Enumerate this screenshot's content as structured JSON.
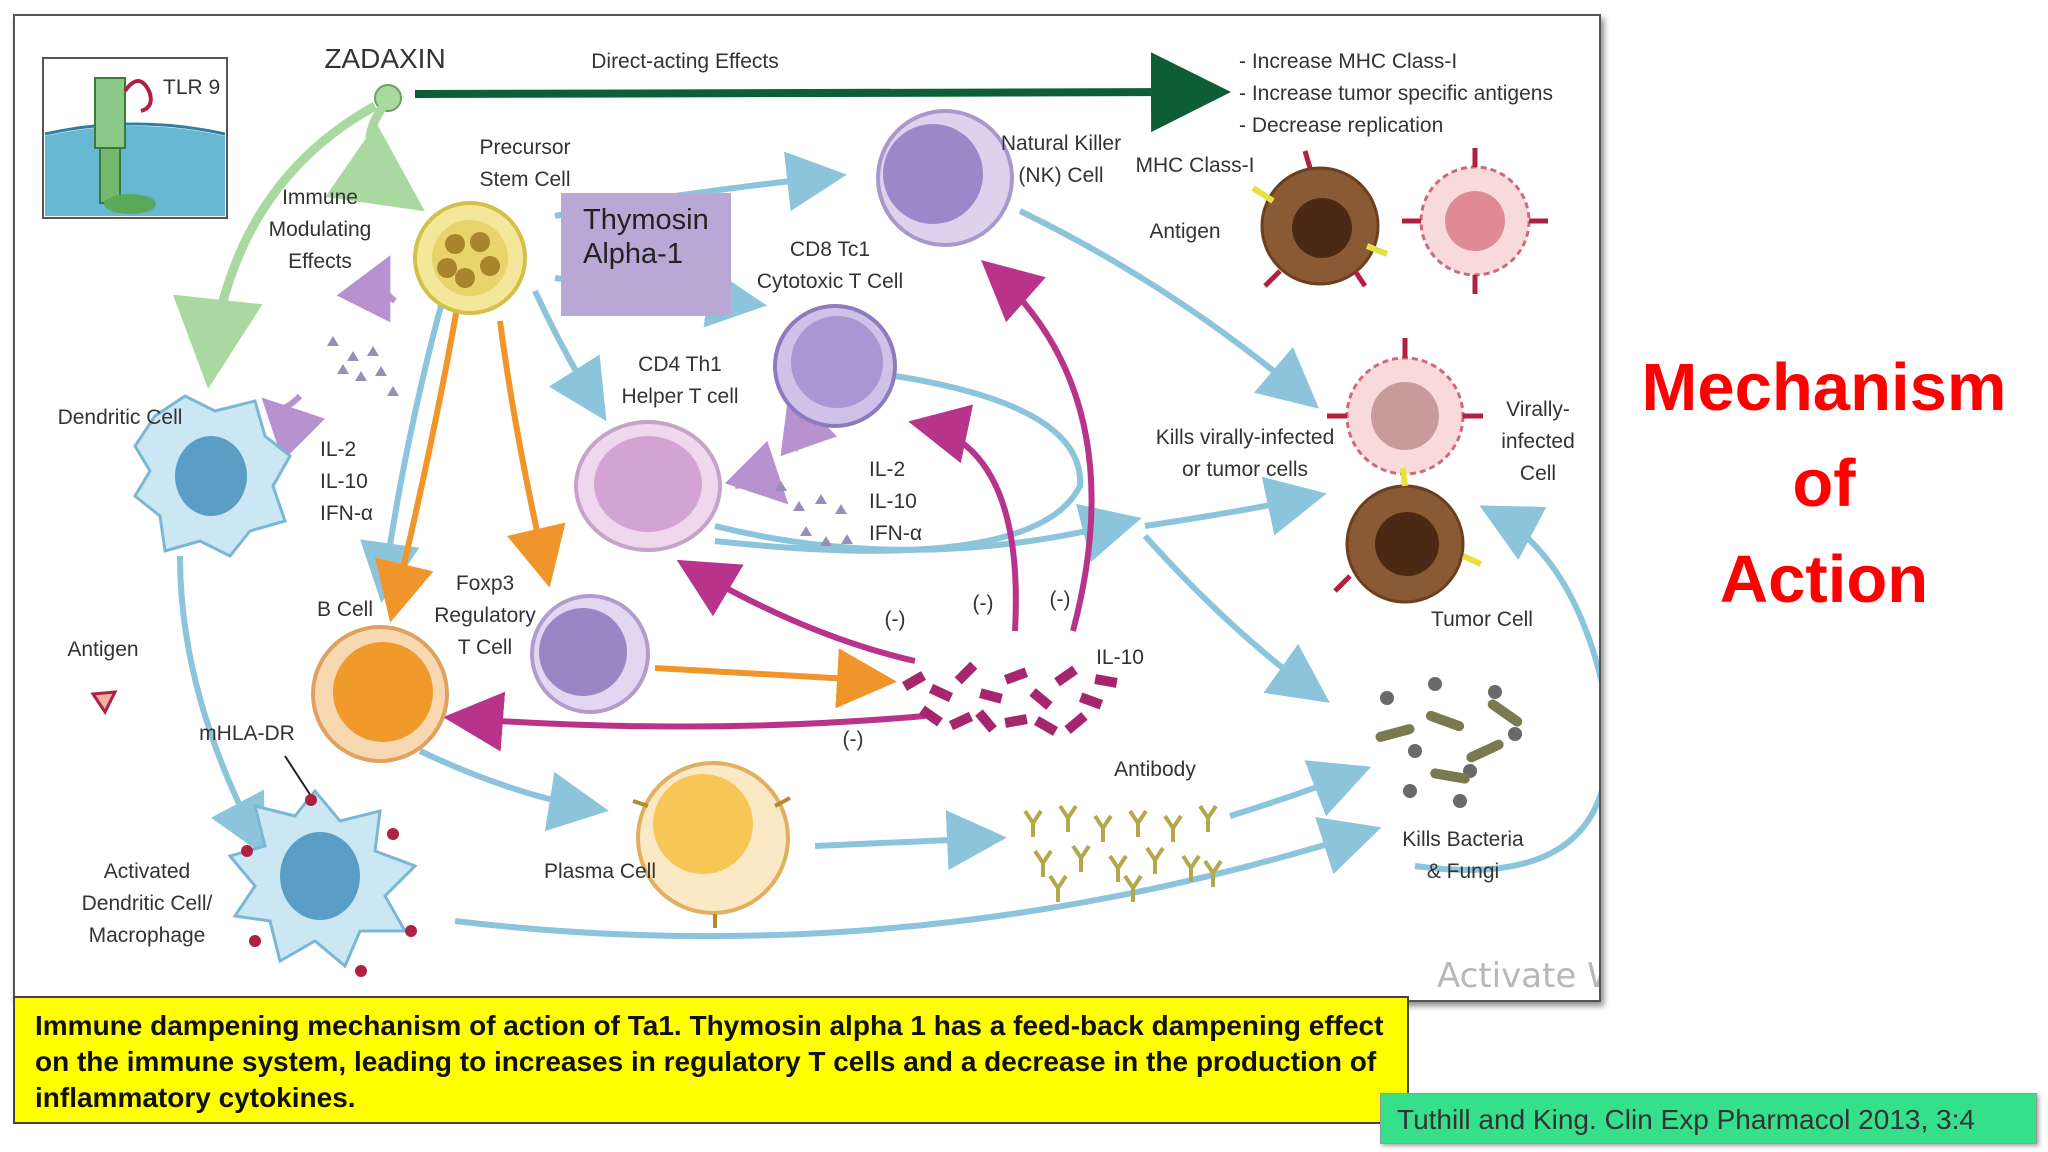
{
  "title_line1": "Mechanism",
  "title_line2": "of",
  "title_line3": "Action",
  "caption": "Immune dampening mechanism of action of Ta1. Thymosin alpha 1 has a feed-back dampening effect on the immune system, leading to increases in regulatory T cells and a decrease in the production of inflammatory cytokines.",
  "citation": "Tuthill and King. Clin Exp Pharmacol 2013, 3:4",
  "overlay_box": "Thymosin Alpha-1",
  "watermark": "Activate W",
  "diagram": {
    "tlr9": "TLR 9",
    "zadaxin": "ZADAXIN",
    "direct_effects": "Direct-acting Effects",
    "effects": [
      "- Increase MHC Class-I",
      "- Increase tumor specific antigens",
      "- Decrease replication"
    ],
    "precursor": [
      "Precursor",
      "Stem Cell"
    ],
    "immune_mod": [
      "Immune",
      "Modulating",
      "Effects"
    ],
    "nk": [
      "Natural Killer",
      "(NK) Cell"
    ],
    "mhc": "MHC Class-I",
    "antigen_top": "Antigen",
    "cd8": [
      "CD8 Tc1",
      "Cytotoxic T Cell"
    ],
    "cd4": [
      "CD4 Th1",
      "Helper T cell"
    ],
    "dendritic": "Dendritic Cell",
    "cytokines_left": [
      "IL-2",
      "IL-10",
      "IFN-α"
    ],
    "cytokines_mid": [
      "IL-2",
      "IL-10",
      "IFN-α"
    ],
    "kills_viral": [
      "Kills virally-infected",
      "or tumor cells"
    ],
    "virally": [
      "Virally-",
      "infected",
      "Cell"
    ],
    "tumor": "Tumor Cell",
    "foxp3": [
      "Foxp3",
      "Regulatory",
      "T Cell"
    ],
    "bcell": "B Cell",
    "antigen_left": "Antigen",
    "il10": "IL-10",
    "neg1": "(-)",
    "neg2": "(-)",
    "neg3": "(-)",
    "neg4": "(-)",
    "mhla": "mHLA-DR",
    "antibody": "Antibody",
    "plasma": "Plasma Cell",
    "kills_bact": [
      "Kills Bacteria",
      "& Fungi"
    ],
    "activated": [
      "Activated",
      "Dendritic Cell/",
      "Macrophage"
    ]
  }
}
